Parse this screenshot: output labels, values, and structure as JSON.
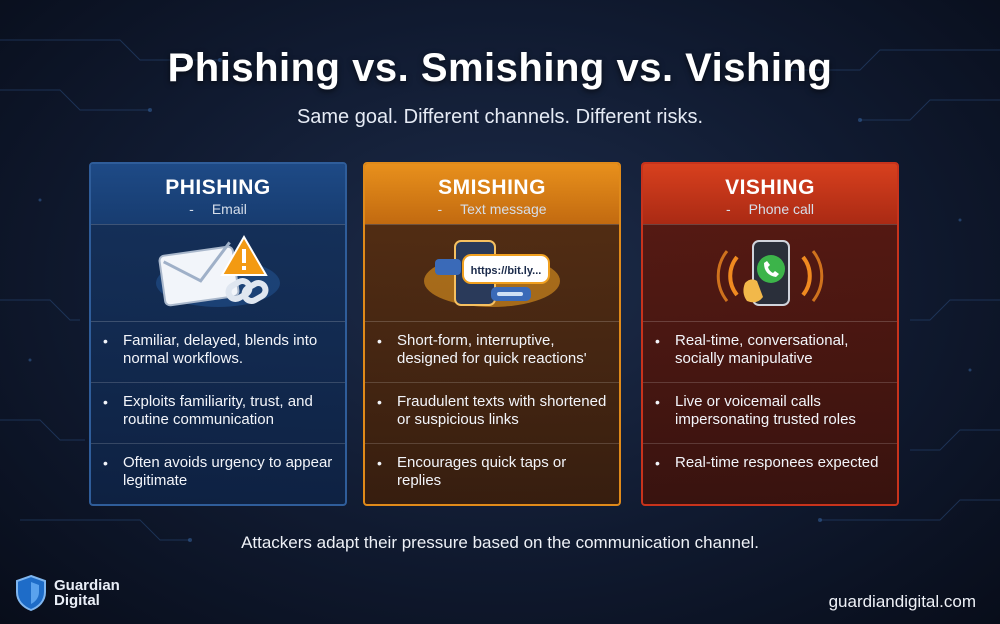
{
  "header": {
    "title": "Phishing vs. Smishing vs. Vishing",
    "subtitle": "Same goal. Different channels. Different risks."
  },
  "cards": [
    {
      "title": "PHISHING",
      "dash": "-",
      "channel": "Email",
      "icon": "email-warning-link-icon",
      "bullets": [
        "Familiar, delayed, blends into normal workflows.",
        "Exploits familiarity, trust, and routine communication",
        "Often avoids urgency to appear legitimate"
      ]
    },
    {
      "title": "SMISHING",
      "dash": "-",
      "channel": "Text message",
      "icon": "text-message-link-icon",
      "icon_text": "https://bit.ly...",
      "bullets": [
        "Short-form, interruptive, designed for quick reactions'",
        "Fraudulent texts with shortened or suspicious links",
        "Encourages quick taps or replies"
      ]
    },
    {
      "title": "VISHING",
      "dash": "-",
      "channel": "Phone call",
      "icon": "phone-call-icon",
      "bullets": [
        "Real-time, conversational, socially manipulative",
        "Live or voicemail calls impersonating trusted roles",
        "Real-time responees expected"
      ]
    }
  ],
  "footer": {
    "note": "Attackers adapt their pressure based on the communication channel.",
    "brand_line1": "Guardian",
    "brand_line2": "Digital",
    "website": "guardiandigital.com"
  },
  "colors": {
    "phishing": "#1e4a86",
    "smishing": "#e8901c",
    "vishing": "#d8401e",
    "background": "#101a30"
  }
}
